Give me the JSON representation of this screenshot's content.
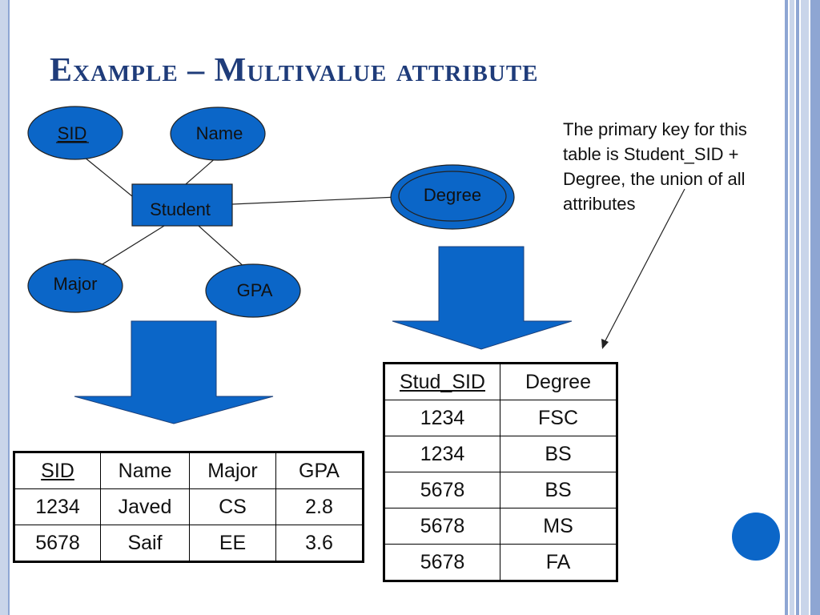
{
  "title": "Example – Multivalue attribute",
  "entity": {
    "label": "Student"
  },
  "attributes": {
    "sid": "SID",
    "name": "Name",
    "major": "Major",
    "gpa": "GPA",
    "degree": "Degree"
  },
  "note": "The primary key for this table is Student_SID + Degree, the union of all attributes",
  "student_table": {
    "headers": [
      "SID",
      "Name",
      "Major",
      "GPA"
    ],
    "rows": [
      [
        "1234",
        "Javed",
        "CS",
        "2.8"
      ],
      [
        "5678",
        "Saif",
        "EE",
        "3.6"
      ]
    ]
  },
  "degree_table": {
    "headers": [
      "Stud_SID",
      "Degree"
    ],
    "rows": [
      [
        "1234",
        "FSC"
      ],
      [
        "1234",
        "BS"
      ],
      [
        "5678",
        "BS"
      ],
      [
        "5678",
        "MS"
      ],
      [
        "5678",
        "FA"
      ]
    ]
  },
  "colors": {
    "shape_fill": "#0b66c8",
    "title": "#1f3c7a",
    "border": "#8ea6d3"
  }
}
